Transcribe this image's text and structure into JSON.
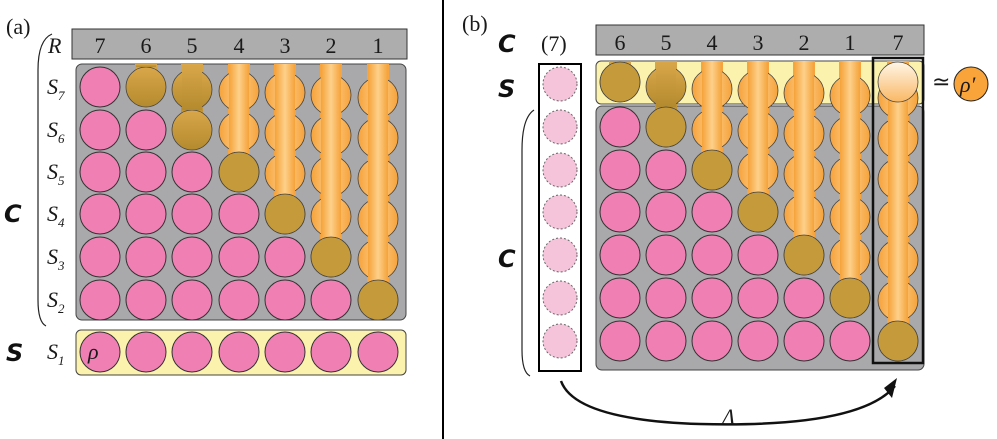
{
  "panel_a": {
    "tag": "(a)",
    "header_label": "R",
    "header_numbers": [
      "7",
      "6",
      "5",
      "4",
      "3",
      "2",
      "1"
    ],
    "row_labels": [
      "S",
      "S",
      "S",
      "S",
      "S",
      "S"
    ],
    "row_subs": [
      "7",
      "6",
      "5",
      "4",
      "3",
      "2"
    ],
    "bottom_row_label": "S",
    "bottom_row_sub": "1",
    "left_letter_c": "C",
    "left_letter_s": "S",
    "rho": "ρ"
  },
  "panel_b": {
    "tag": "(b)",
    "letter_c_top": "C",
    "letter_s": "S",
    "letter_c_left": "C",
    "paren_seven": "(7)",
    "header_numbers": [
      "6",
      "5",
      "4",
      "3",
      "2",
      "1",
      "7"
    ],
    "approx": "≃",
    "rho_prime": "ρ′",
    "lambda": "Λ"
  },
  "colors": {
    "pink": "#f07fb4",
    "light_pink": "#f6c4da",
    "gray": "#a9a9ab",
    "header_gray": "#adadad",
    "yellow": "#fbf2ad",
    "orange": "#f9a83a",
    "olive": "#b99234"
  }
}
